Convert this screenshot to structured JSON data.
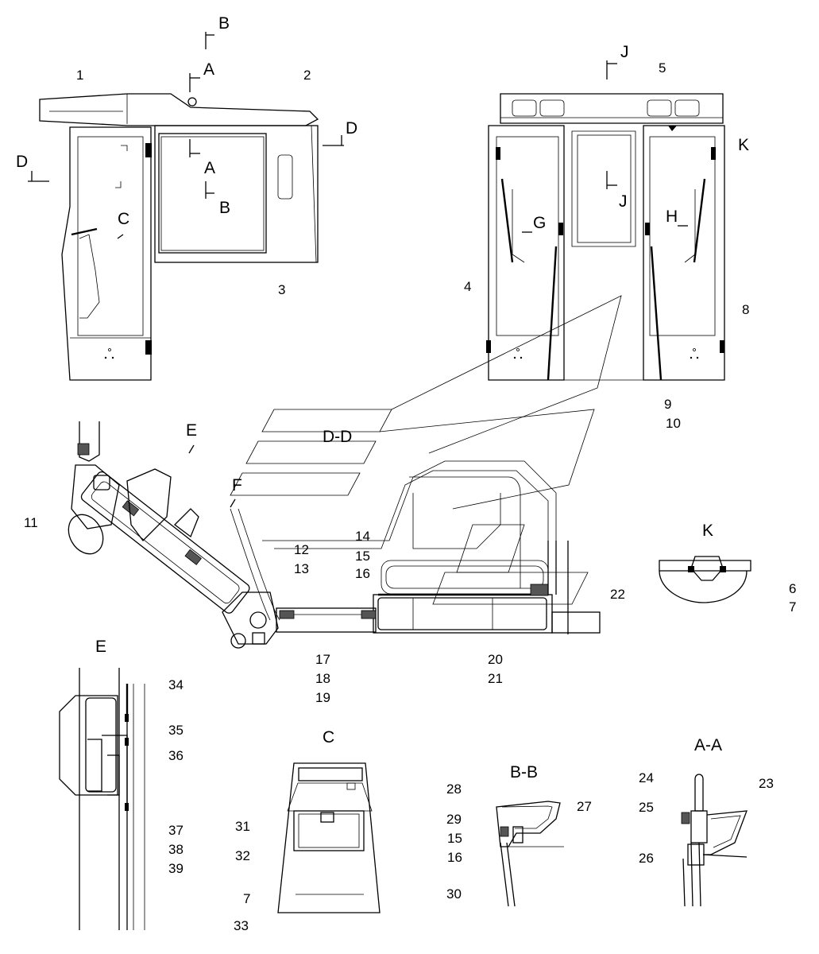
{
  "callouts": {
    "c1": "1",
    "c2": "2",
    "c3": "3",
    "c4": "4",
    "c5": "5",
    "c6": "6",
    "c7": "7",
    "c7b": "7",
    "c8": "8",
    "c9": "9",
    "c10": "10",
    "c11": "11",
    "c12": "12",
    "c13": "13",
    "c14": "14",
    "c15": "15",
    "c15b": "15",
    "c16": "16",
    "c16b": "16",
    "c17": "17",
    "c18": "18",
    "c19": "19",
    "c20": "20",
    "c21": "21",
    "c22": "22",
    "c23": "23",
    "c24": "24",
    "c25": "25",
    "c26": "26",
    "c27": "27",
    "c28": "28",
    "c29": "29",
    "c30": "30",
    "c31": "31",
    "c32": "32",
    "c33": "33",
    "c34": "34",
    "c35": "35",
    "c36": "36",
    "c37": "37",
    "c38": "38",
    "c39": "39"
  },
  "section_marks": {
    "b_top": "B",
    "a_top": "A",
    "a_mid": "A",
    "b_mid": "B",
    "d_right": "D",
    "d_left": "D",
    "c_mark": "C",
    "j_top": "J",
    "j_mid": "J",
    "k_mark": "K",
    "g_mark": "G",
    "h_mark": "H",
    "e_mark": "E",
    "f_mark": "F"
  },
  "section_titles": {
    "dd": "D-D",
    "k": "K",
    "e": "E",
    "c": "C",
    "bb": "B-B",
    "aa": "A-A"
  }
}
